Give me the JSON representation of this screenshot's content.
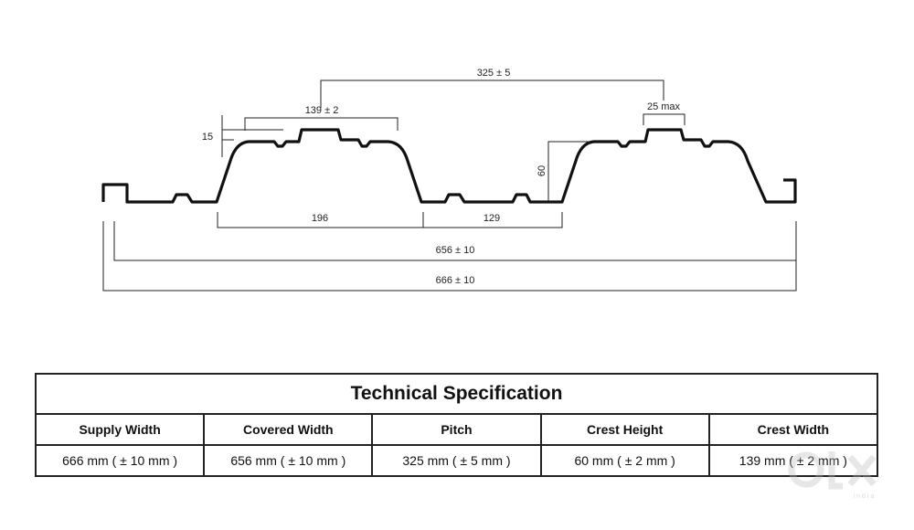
{
  "drawing": {
    "dimensions": {
      "pitch": "325 ± 5",
      "crest_width": "139 ± 2",
      "rib_step": "15",
      "crest_groove": "25 max",
      "crest_height": "60",
      "rib_base": "196",
      "valley": "129",
      "covered_width": "656 ± 10",
      "supply_width": "666 ± 10"
    }
  },
  "table": {
    "title": "Technical Specification",
    "headers": [
      "Supply Width",
      "Covered Width",
      "Pitch",
      "Crest Height",
      "Crest Width"
    ],
    "values": [
      "666 mm ( ± 10 mm )",
      "656 mm ( ± 10 mm )",
      "325 mm ( ± 5 mm )",
      "60 mm ( ± 2 mm )",
      "139 mm ( ± 2 mm )"
    ]
  },
  "watermark": {
    "text": "olx",
    "sub": "india"
  }
}
